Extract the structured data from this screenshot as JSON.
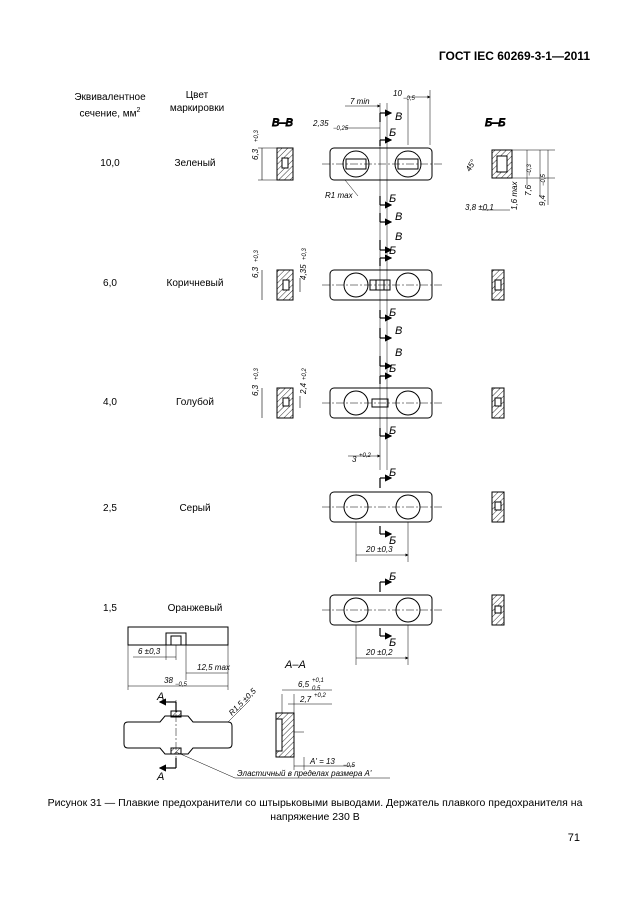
{
  "header": {
    "standard": "ГОСТ IEC 60269-3-1—2011"
  },
  "table_headers": {
    "section_line1": "Эквивалентное",
    "section_line2": "сечение, мм",
    "section_sup": "2",
    "color_line1": "Цвет",
    "color_line2": "маркировки"
  },
  "rows": [
    {
      "section": "10,0",
      "color": "Зеленый"
    },
    {
      "section": "6,0",
      "color": "Коричневый"
    },
    {
      "section": "4,0",
      "color": "Голубой"
    },
    {
      "section": "2,5",
      "color": "Серый"
    },
    {
      "section": "1,5",
      "color": "Оранжевый"
    }
  ],
  "section_labels": {
    "vv": "В–В",
    "bb": "Б–Б",
    "aa": "А–А",
    "b": "Б",
    "v": "В",
    "a": "А"
  },
  "dimensions": {
    "d7min": "7 min",
    "d10": "10",
    "d10_tol": "−0,5",
    "d235": "2,35",
    "d235_tol": "−0,25",
    "d63": "6,3",
    "d63_tol": "+0,3",
    "d435": "4,35",
    "d435_tol": "+0,3",
    "d24": "2,4",
    "d24_tol": "+0,2",
    "r1max": "R1 max",
    "d45": "45°",
    "d16max": "1,6 max",
    "d76": "7,6",
    "d76_tol": "−0,3",
    "d94": "9,4",
    "d94_tol": "−0,5",
    "d38": "3,8 ±0,1",
    "d3": "3",
    "d3_tol": "+0,2",
    "d20_03": "20 ±0,3",
    "d20_02": "20 ±0,2",
    "d6": "6 ±0,3",
    "d125": "12,5 max",
    "d38b": "38",
    "d38b_tol": "−0,5",
    "r15": "R1,5 ±0,5",
    "d65": "6,5",
    "d65_tol_up": "+0,1",
    "d65_tol_dn": "0,5",
    "d27": "2,7",
    "d27_tol": "+0,2",
    "a13": "A' = 13",
    "a13_tol": "−0,5",
    "elastic_note": "Эластичный в пределах размера A'"
  },
  "caption_line1": "Рисунок 31 — Плавкие предохранители со штырьковыми выводами. Держатель плавкого предохранителя на",
  "caption_line2": "напряжение 230 В",
  "page_number": "71"
}
